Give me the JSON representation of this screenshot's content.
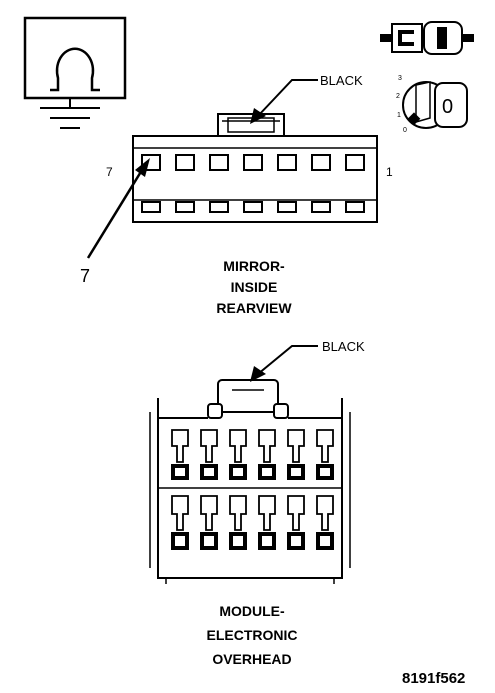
{
  "mirror_connector": {
    "callout": "BLACK",
    "pin_left": "7",
    "pin_right": "1",
    "pointer_label": "7",
    "title_line1": "MIRROR-",
    "title_line2": "INSIDE",
    "title_line3": "REARVIEW"
  },
  "overhead_connector": {
    "callout": "BLACK",
    "title_line1": "MODULE-",
    "title_line2": "ELECTRONIC",
    "title_line3": "OVERHEAD"
  },
  "ignition_switch": {
    "positions": [
      "3",
      "2",
      "1",
      "0"
    ],
    "key_label": "0"
  },
  "figure_id": "8191f562"
}
